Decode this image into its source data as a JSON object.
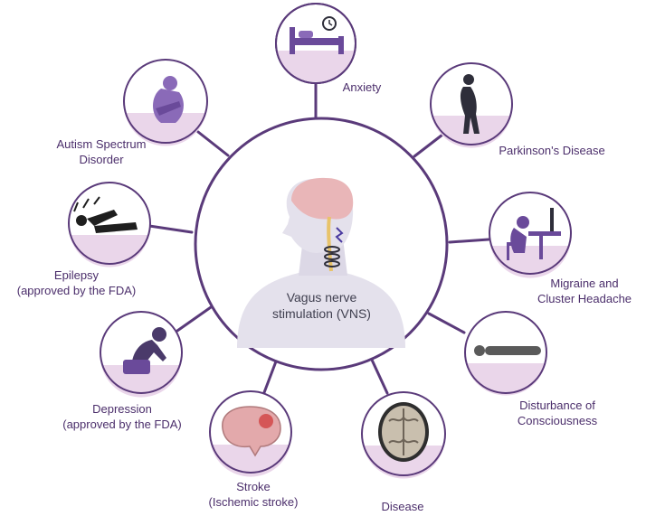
{
  "center": {
    "label": "Vagus nerve\nstimulation (VNS)"
  },
  "nodes": [
    {
      "id": "anxiety",
      "label": "Anxiety",
      "icon": "sleep-bed-clock-icon"
    },
    {
      "id": "parkinsons",
      "label": "Parkinson's Disease",
      "icon": "hunched-walking-person-icon"
    },
    {
      "id": "migraine",
      "label": "Migraine and\nCluster Headache",
      "icon": "person-headache-desk-icon"
    },
    {
      "id": "consciousness",
      "label": "Disturbance of\nConsciousness",
      "icon": "lying-person-icon"
    },
    {
      "id": "disease",
      "label": "Disease",
      "icon": "brain-mri-scan-icon"
    },
    {
      "id": "stroke",
      "label": "Stroke\n(Ischemic stroke)",
      "icon": "brain-lesion-icon"
    },
    {
      "id": "depression",
      "label": "Depression\n(approved by the FDA)",
      "icon": "sitting-head-down-person-icon"
    },
    {
      "id": "epilepsy",
      "label": "Epilepsy\n(approved by the FDA)",
      "icon": "seizure-person-icon"
    },
    {
      "id": "autism",
      "label": "Autism Spectrum\nDisorder",
      "icon": "crouching-person-icon"
    }
  ],
  "colors": {
    "accent": "#5a3a7a",
    "light_fill": "#ead6ea",
    "skin": "#e4e1ec",
    "brain": "#e9b6b8"
  }
}
